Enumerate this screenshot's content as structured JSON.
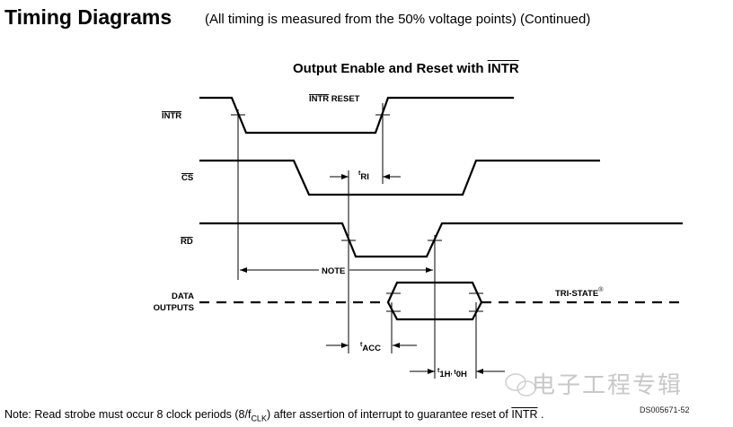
{
  "header": {
    "title": "Timing Diagrams",
    "subtitle": "(All timing is measured from the 50% voltage points) (Continued)"
  },
  "diagram": {
    "title_prefix": "Output Enable and Reset with ",
    "title_overbar": "INTR",
    "signals": {
      "intr": "INTR",
      "cs": "CS",
      "rd": "RD",
      "data_line1": "DATA",
      "data_line2": "OUTPUTS"
    },
    "annotations": {
      "intr_reset_overbar": "INTR",
      "intr_reset_suffix": " RESET",
      "t_ri_base": "t",
      "t_ri_sub": "RI",
      "note": "NOTE",
      "t_acc_base": "t",
      "t_acc_sub": "ACC",
      "t_h_1": "t",
      "t_h_1sub": "1H",
      "t_h_sep": ", t",
      "t_h_2sub": "0H",
      "tri_state": "TRI-STATE",
      "tri_state_mark": "®"
    },
    "figure_id": "DS005671-52"
  },
  "footer": {
    "note_prefix": "Note: Read strobe must occur 8 clock periods (8/f",
    "note_sub": "CLK",
    "note_mid": ") after assertion of interrupt to guarantee reset of ",
    "note_overbar": "INTR",
    "note_suffix": " ."
  },
  "watermark": {
    "text": "电子工程专辑",
    "icon": "wechat-icon"
  }
}
